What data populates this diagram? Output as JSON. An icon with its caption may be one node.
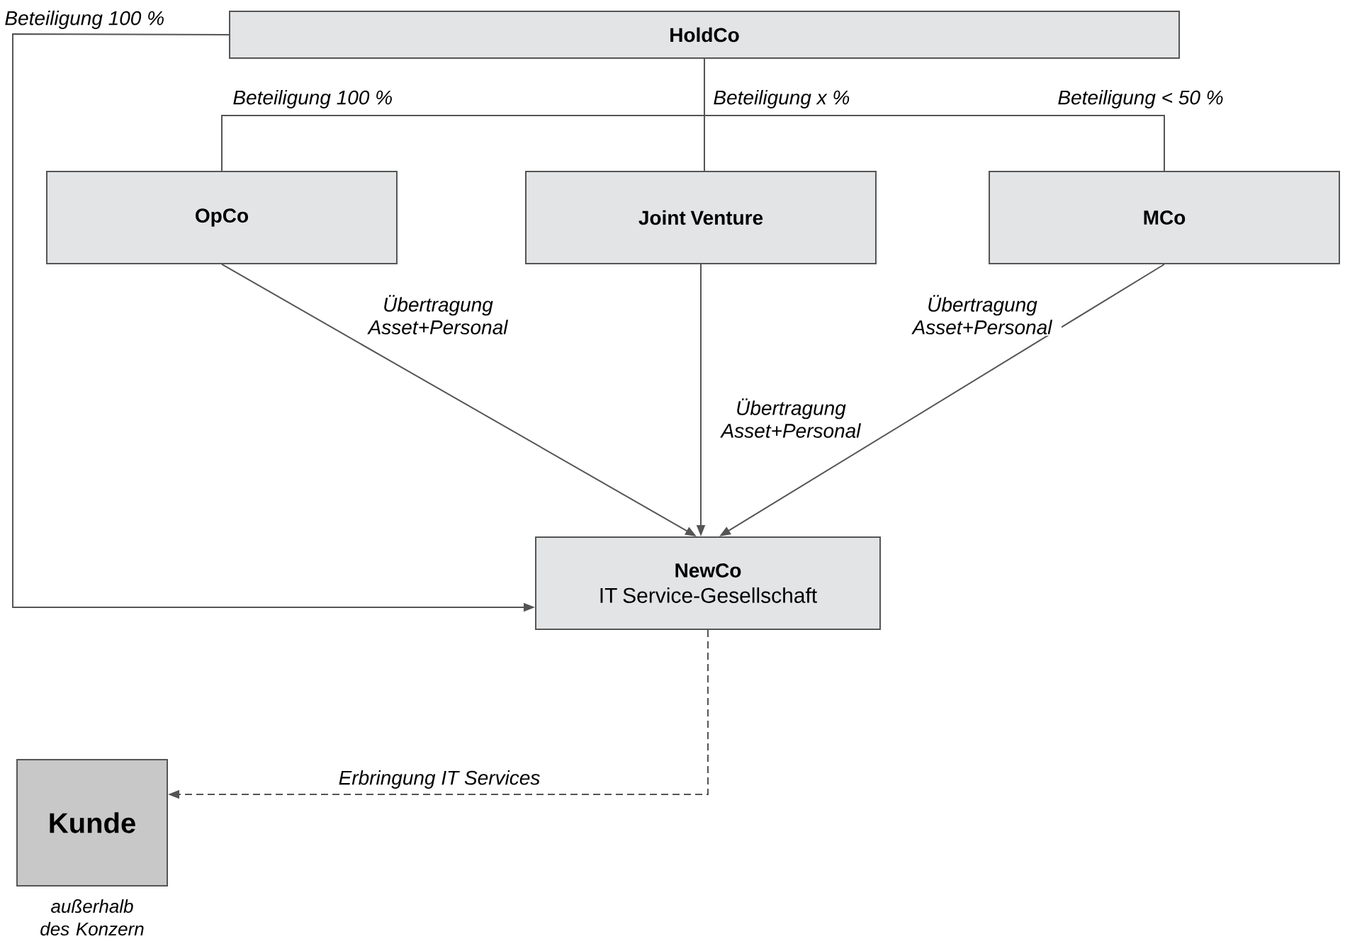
{
  "diagram": {
    "nodes": [
      {
        "text": [
          "HoldCo"
        ]
      },
      {
        "text": [
          "OpCo"
        ]
      },
      {
        "text": [
          "Joint Venture"
        ]
      },
      {
        "text": [
          "MCo"
        ]
      },
      {
        "text": [
          "NewCo",
          "IT Service-Gesellschaft"
        ]
      },
      {
        "text": [
          "Kunde"
        ],
        "beside": [
          "außerhalb des Konzern"
        ]
      }
    ],
    "edges": [
      {
        "from": 0,
        "to": 1,
        "arrow": "none",
        "label": "Beteiligung 100 %"
      },
      {
        "from": 0,
        "to": 2,
        "arrow": "none",
        "label": "Beteiligung x %"
      },
      {
        "from": 0,
        "to": 3,
        "arrow": "none",
        "label": "Beteiligung < 50 %"
      },
      {
        "from": 0,
        "to": 4,
        "arrow": "to",
        "label": "Beteiligung 100 %"
      },
      {
        "from": 1,
        "to": 4,
        "arrow": "to",
        "label": "Übertragung Asset+Personal"
      },
      {
        "from": 2,
        "to": 4,
        "arrow": "to",
        "label": "Übertragung Asset+Personal"
      },
      {
        "from": 3,
        "to": 4,
        "arrow": "to",
        "label": "Übertragung Asset+Personal"
      },
      {
        "from": 4,
        "to": 5,
        "arrow": "to",
        "label": "Erbringung IT Services",
        "style": "dashed"
      }
    ]
  }
}
